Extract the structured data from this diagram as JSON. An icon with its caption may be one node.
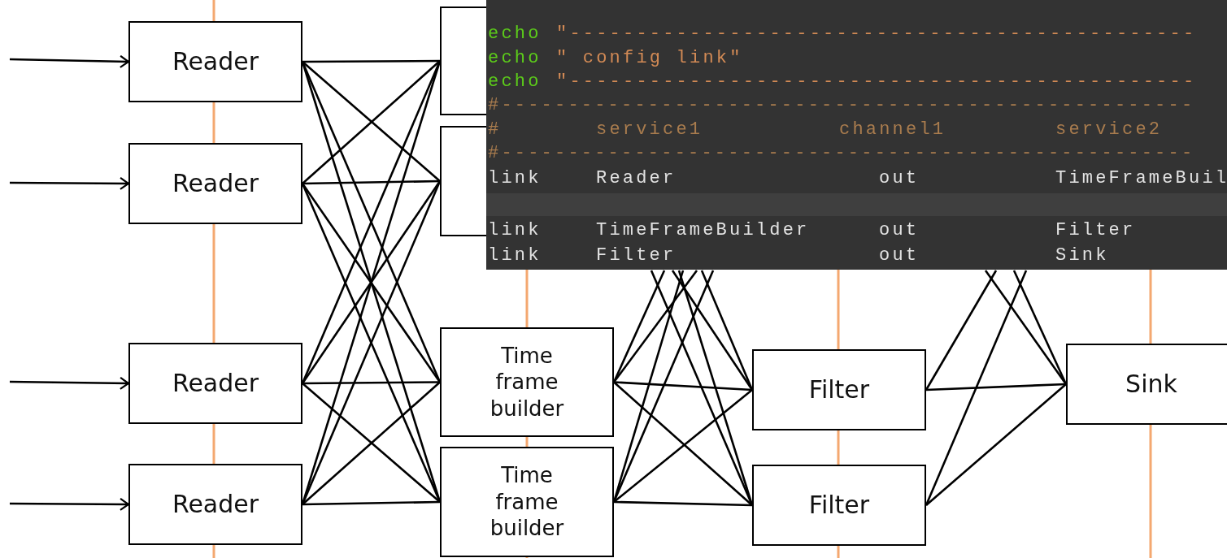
{
  "diagram": {
    "nodes": [
      {
        "text": [
          "Reader"
        ]
      },
      {
        "text": [
          "Reader"
        ]
      },
      {
        "text": [
          "Reader"
        ]
      },
      {
        "text": [
          "Reader"
        ]
      },
      {
        "text": [],
        "shape": "box"
      },
      {
        "text": [],
        "shape": "box"
      },
      {
        "text": [
          "Time frame builder"
        ]
      },
      {
        "text": [
          "Time frame builder"
        ]
      },
      {
        "text": [
          "Filter"
        ]
      },
      {
        "text": [
          "Filter"
        ]
      },
      {
        "text": [
          "Sink"
        ]
      }
    ],
    "edges": [
      {
        "from": null,
        "to": 0,
        "arrow": "to"
      },
      {
        "from": null,
        "to": 1,
        "arrow": "to"
      },
      {
        "from": null,
        "to": 2,
        "arrow": "to"
      },
      {
        "from": null,
        "to": 3,
        "arrow": "to"
      },
      {
        "from": 0,
        "to": 4,
        "arrow": "none"
      },
      {
        "from": 0,
        "to": 5,
        "arrow": "none"
      },
      {
        "from": 0,
        "to": 6,
        "arrow": "none"
      },
      {
        "from": 0,
        "to": 7,
        "arrow": "none"
      },
      {
        "from": 1,
        "to": 4,
        "arrow": "none"
      },
      {
        "from": 1,
        "to": 5,
        "arrow": "none"
      },
      {
        "from": 1,
        "to": 6,
        "arrow": "none"
      },
      {
        "from": 1,
        "to": 7,
        "arrow": "none"
      },
      {
        "from": 2,
        "to": 4,
        "arrow": "none"
      },
      {
        "from": 2,
        "to": 5,
        "arrow": "none"
      },
      {
        "from": 2,
        "to": 6,
        "arrow": "none"
      },
      {
        "from": 2,
        "to": 7,
        "arrow": "none"
      },
      {
        "from": 3,
        "to": 4,
        "arrow": "none"
      },
      {
        "from": 3,
        "to": 5,
        "arrow": "none"
      },
      {
        "from": 3,
        "to": 6,
        "arrow": "none"
      },
      {
        "from": 3,
        "to": 7,
        "arrow": "none"
      },
      {
        "from": null,
        "to": 8,
        "arrow": "none"
      },
      {
        "from": null,
        "to": 9,
        "arrow": "none"
      },
      {
        "from": null,
        "to": 8,
        "arrow": "none"
      },
      {
        "from": null,
        "to": 9,
        "arrow": "none"
      },
      {
        "from": 6,
        "to": 8,
        "arrow": "none"
      },
      {
        "from": 6,
        "to": 9,
        "arrow": "none"
      },
      {
        "from": 7,
        "to": 8,
        "arrow": "none"
      },
      {
        "from": 7,
        "to": 9,
        "arrow": "none"
      },
      {
        "from": 6,
        "to": null,
        "arrow": "none"
      },
      {
        "from": 6,
        "to": null,
        "arrow": "none"
      },
      {
        "from": 7,
        "to": null,
        "arrow": "none"
      },
      {
        "from": 7,
        "to": null,
        "arrow": "none"
      },
      {
        "from": 8,
        "to": 10,
        "arrow": "none"
      },
      {
        "from": 9,
        "to": 10,
        "arrow": "none"
      },
      {
        "from": 8,
        "to": null,
        "arrow": "none"
      },
      {
        "from": 9,
        "to": null,
        "arrow": "none"
      },
      {
        "from": null,
        "to": 10,
        "arrow": "none"
      },
      {
        "from": null,
        "to": 10,
        "arrow": "none"
      }
    ],
    "labels": [
      "echo",
      "\"-----------------------------------------------",
      "echo",
      "\" config link\"",
      "echo",
      "\"-----------------------------------------------",
      "#----------------------------------------------------",
      "#",
      "service1",
      "channel1",
      "service2",
      "#----------------------------------------------------",
      "link",
      "Reader",
      "out",
      "TimeFrameBuil",
      "link",
      "TimeFrameBuilder",
      "out",
      "Filter",
      "link",
      "Filter",
      "out",
      "Sink"
    ]
  }
}
